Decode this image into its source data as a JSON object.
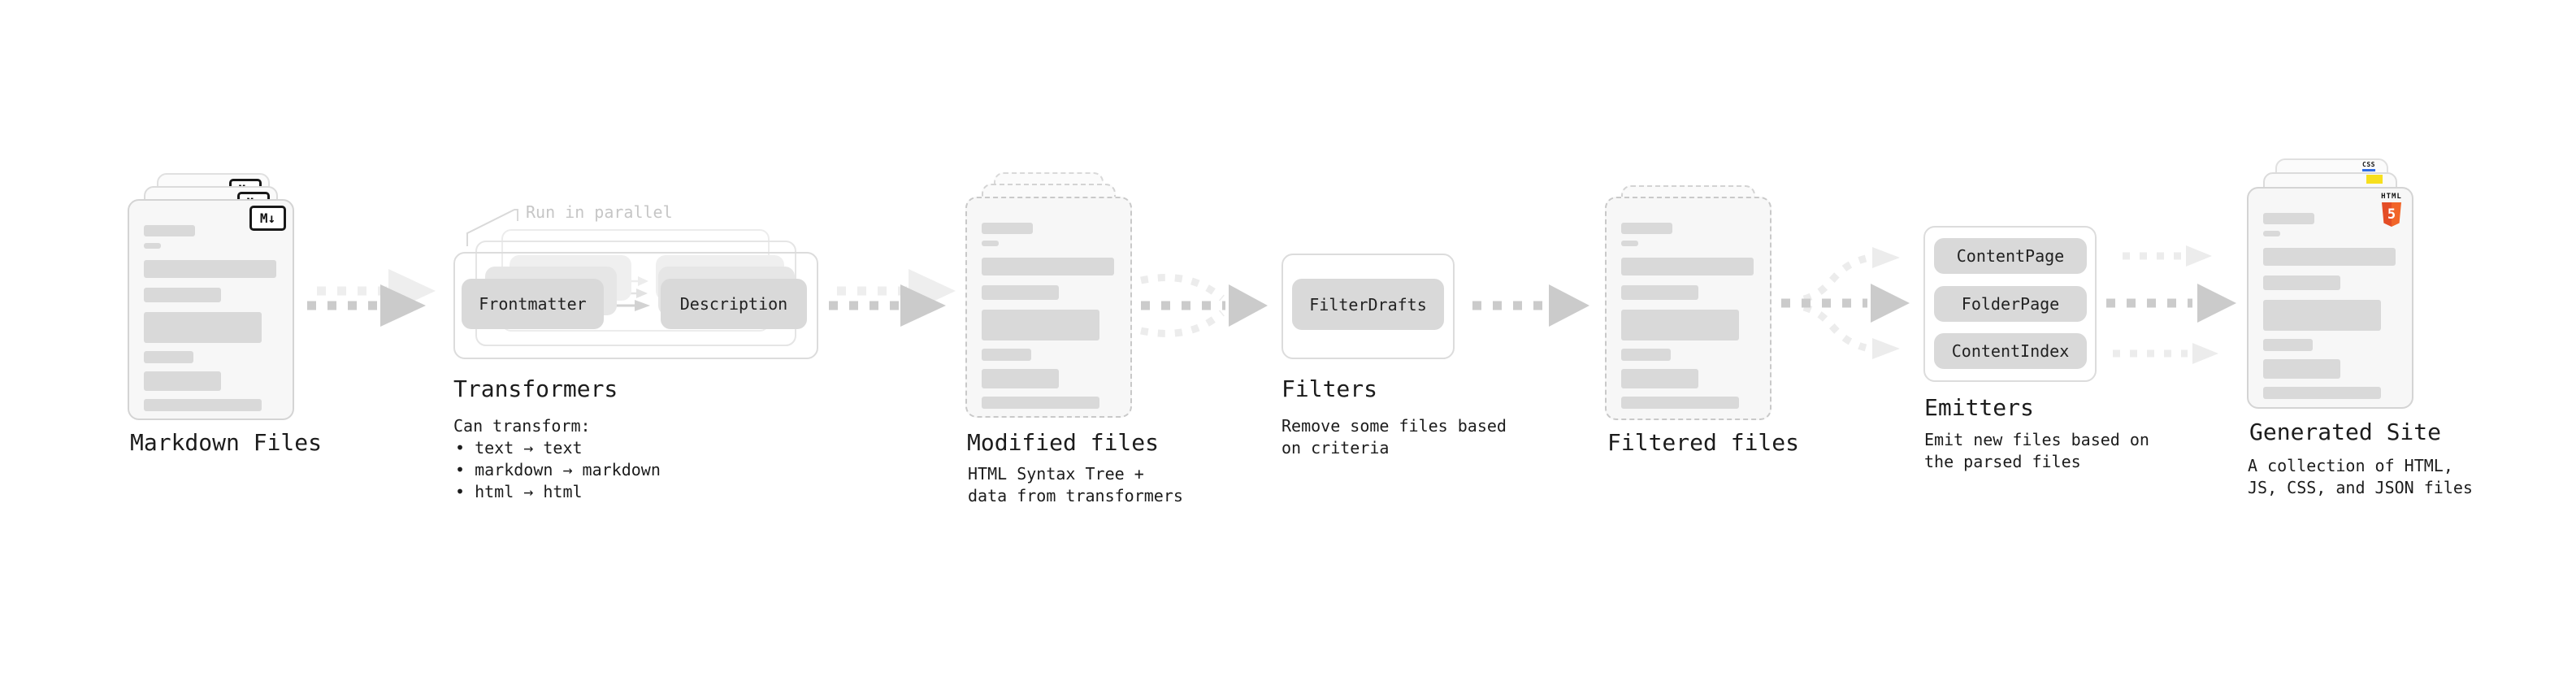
{
  "markdown_files": {
    "label": "Markdown Files",
    "badge": "M↓"
  },
  "transformers": {
    "annotation": "Run in parallel",
    "steps": [
      "Frontmatter",
      "Description"
    ],
    "heading": "Transformers",
    "caption": "Can transform:",
    "bullets": [
      "• text → text",
      "• markdown → markdown",
      "• html → html"
    ]
  },
  "modified_files": {
    "label": "Modified files",
    "caption_line1": "HTML Syntax Tree +",
    "caption_line2": "data from transformers"
  },
  "filters": {
    "pill": "FilterDrafts",
    "heading": "Filters",
    "caption_line1": "Remove some files based",
    "caption_line2": "on criteria"
  },
  "filtered_files": {
    "label": "Filtered files"
  },
  "emitters": {
    "pills": [
      "ContentPage",
      "FolderPage",
      "ContentIndex"
    ],
    "heading": "Emitters",
    "caption_line1": "Emit new files based on",
    "caption_line2": "the parsed files"
  },
  "generated_site": {
    "label": "Generated Site",
    "caption_line1": "A collection of HTML,",
    "caption_line2": "JS, CSS, and JSON files",
    "badges": {
      "html_word": "HTML",
      "html_number": "5",
      "css_word": "CSS"
    }
  },
  "colors": {
    "arrow_dark": "#cbcbcb",
    "arrow_light": "#eeeeee",
    "html5_orange": "#e44d26",
    "html5_orange_light": "#f16529",
    "js_yellow": "#f7df1e",
    "css_blue": "#2e6be5"
  }
}
